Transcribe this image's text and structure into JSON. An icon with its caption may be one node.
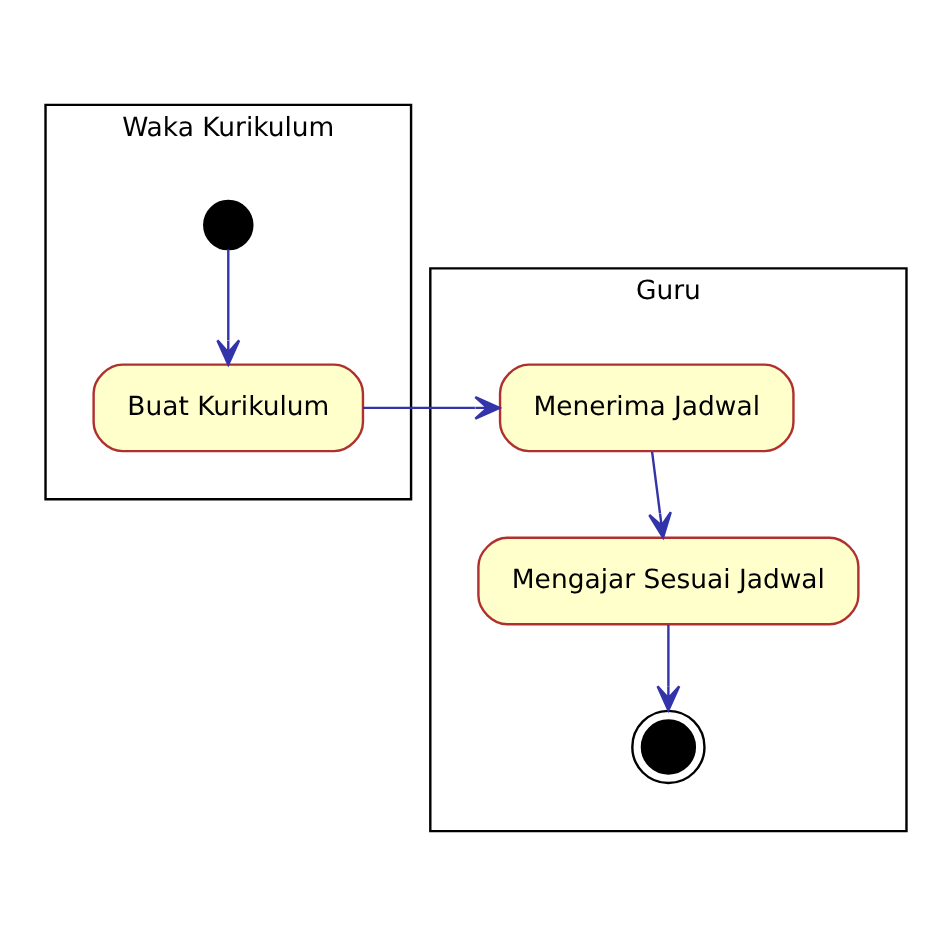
{
  "diagram": {
    "nodes": [
      {
        "text": [
          "Waka Kurikulum"
        ]
      },
      {
        "text": [
          "Guru"
        ]
      },
      {
        "text": [],
        "shape": "circle",
        "in": 0
      },
      {
        "text": [
          "Buat Kurikulum"
        ],
        "in": 0
      },
      {
        "text": [
          "Menerima Jadwal"
        ],
        "in": 1
      },
      {
        "text": [
          "Mengajar Sesuai Jadwal"
        ],
        "in": 1
      },
      {
        "text": [],
        "shape": "circle",
        "in": 1
      }
    ],
    "edges": [
      {
        "from": 2,
        "to": 3,
        "arrow": "to"
      },
      {
        "from": 3,
        "to": 4,
        "arrow": "to"
      },
      {
        "from": 4,
        "to": 5,
        "arrow": "to"
      },
      {
        "from": 5,
        "to": 6,
        "arrow": "to"
      }
    ]
  }
}
